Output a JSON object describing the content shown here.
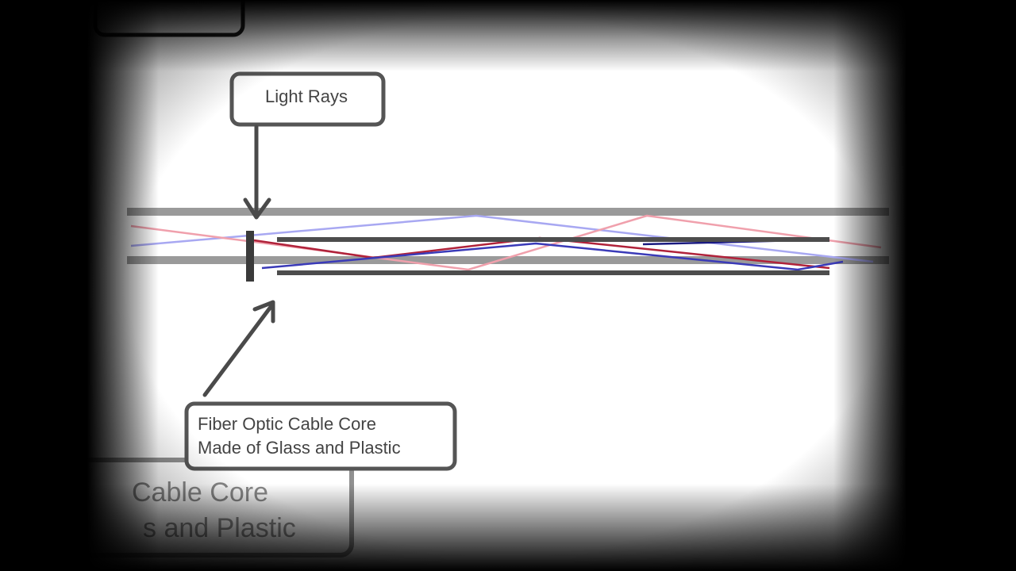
{
  "labels": {
    "light_rays": "Light Rays",
    "core_line1": "Fiber Optic Cable Core",
    "core_line2": "Made of Glass and Plastic",
    "ghost_line1": "Cable Core",
    "ghost_line2": "s and Plastic"
  },
  "colors": {
    "background": "#ffffff",
    "vignette": "#000000",
    "label_border": "#555555",
    "label_text": "#444444",
    "arrow": "#4a4a4a",
    "cladding": "#9a9a9a",
    "core_walls": "#4d4d4d",
    "ray_red_light": "#f0a0ac",
    "ray_red_dark": "#b0223a",
    "ray_blue_light": "#a8a8f2",
    "ray_blue_dark": "#1a1a80"
  }
}
